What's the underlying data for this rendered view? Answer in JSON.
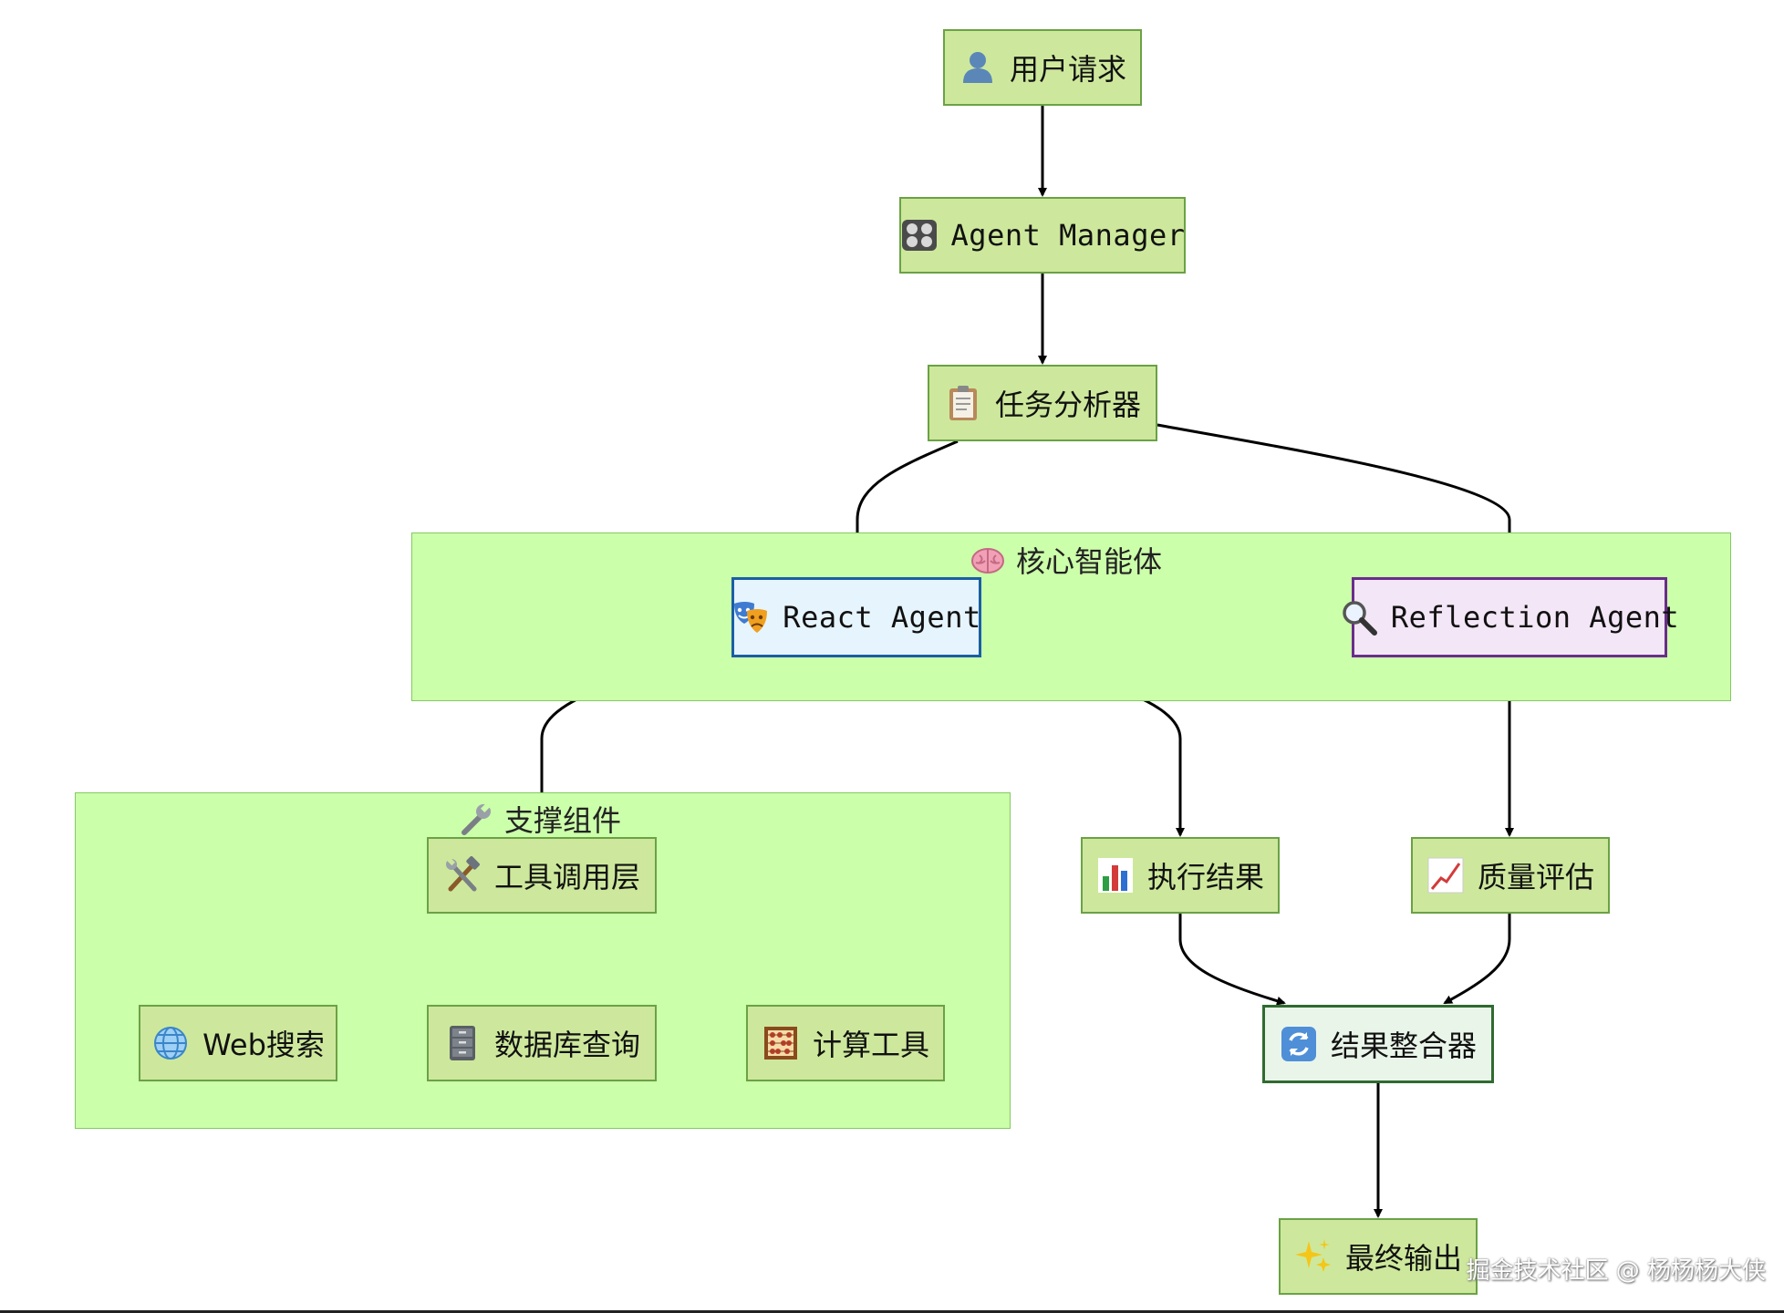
{
  "nodes": {
    "user_request": "用户请求",
    "agent_manager": "Agent Manager",
    "task_analyzer": "任务分析器",
    "react_agent": "React Agent",
    "reflection_agent": "Reflection Agent",
    "tool_layer": "工具调用层",
    "web_search": "Web搜索",
    "db_query": "数据库查询",
    "calc_tool": "计算工具",
    "exec_result": "执行结果",
    "quality_eval": "质量评估",
    "result_integrator": "结果整合器",
    "final_output": "最终输出"
  },
  "clusters": {
    "core_agents": "核心智能体",
    "support_components": "支撑组件"
  },
  "icons": {
    "user_request": "person-icon",
    "agent_manager": "control-knobs-icon",
    "task_analyzer": "clipboard-icon",
    "react_agent": "theater-masks-icon",
    "reflection_agent": "magnifier-icon",
    "tool_layer": "hammer-wrench-icon",
    "web_search": "globe-icon",
    "db_query": "file-cabinet-icon",
    "calc_tool": "abacus-icon",
    "exec_result": "bar-chart-icon",
    "quality_eval": "trend-up-icon",
    "result_integrator": "refresh-icon",
    "final_output": "sparkles-icon",
    "core_agents": "brain-icon",
    "support_components": "wrench-icon"
  },
  "edges": [
    [
      "user_request",
      "agent_manager"
    ],
    [
      "agent_manager",
      "task_analyzer"
    ],
    [
      "task_analyzer",
      "react_agent"
    ],
    [
      "task_analyzer",
      "reflection_agent"
    ],
    [
      "react_agent",
      "tool_layer"
    ],
    [
      "react_agent",
      "exec_result"
    ],
    [
      "reflection_agent",
      "quality_eval"
    ],
    [
      "tool_layer",
      "web_search"
    ],
    [
      "tool_layer",
      "db_query"
    ],
    [
      "tool_layer",
      "calc_tool"
    ],
    [
      "exec_result",
      "result_integrator"
    ],
    [
      "quality_eval",
      "result_integrator"
    ],
    [
      "result_integrator",
      "final_output"
    ]
  ],
  "watermark": "掘金技术社区 @ 杨杨杨大侠",
  "colors": {
    "node_fill": "#cde89c",
    "cluster_fill": "#ccffaa",
    "react_border": "#1a5fa5",
    "reflection_border": "#6a2d8c",
    "integrator_border": "#2f6b30"
  }
}
